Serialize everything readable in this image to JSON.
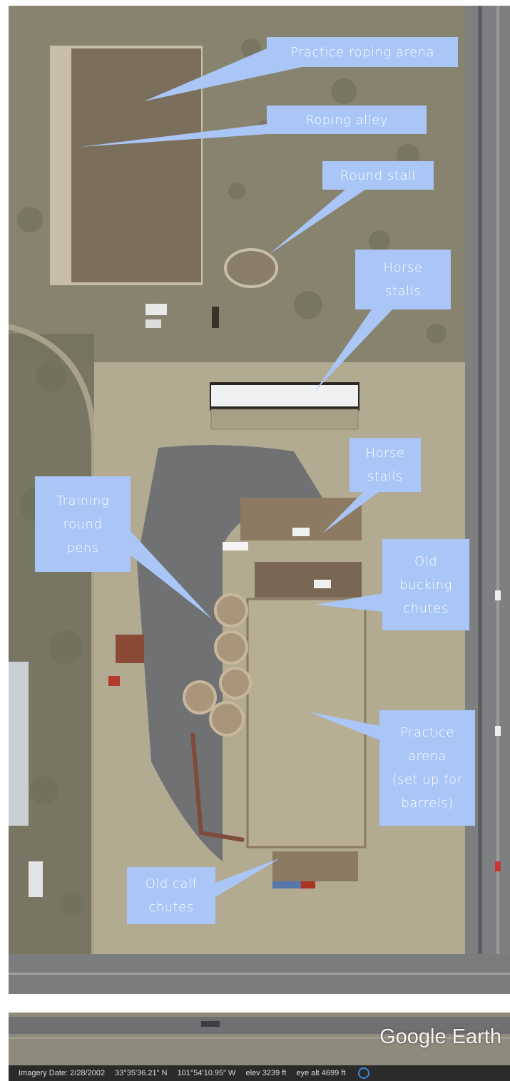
{
  "map": {
    "callouts": [
      {
        "id": "practice-roping-arena",
        "text": "Practice roping arena"
      },
      {
        "id": "roping-alley",
        "text": "Roping alley"
      },
      {
        "id": "round-stall",
        "text": "Round stall"
      },
      {
        "id": "horse-stalls-upper",
        "text": "Horse\nstalls"
      },
      {
        "id": "horse-stalls-lower",
        "text": "Horse\nstalls"
      },
      {
        "id": "training-round-pens",
        "text": "Training\nround\npens"
      },
      {
        "id": "old-bucking-chutes",
        "text": "Old\nbucking\nchutes"
      },
      {
        "id": "practice-arena",
        "text": "Practice\narena\n(set up for\nbarrels)"
      },
      {
        "id": "old-calf-chutes",
        "text": "Old calf\nchutes"
      }
    ],
    "callout_color": "#a9c6f7"
  },
  "footer": {
    "logo": "Google Earth",
    "imagery_date": "Imagery Date: 2/28/2002",
    "latitude": "33°35'36.21\" N",
    "longitude": "101°54'10.95\" W",
    "elevation": "elev  3239 ft",
    "eye_alt": "eye alt  4699 ft"
  }
}
